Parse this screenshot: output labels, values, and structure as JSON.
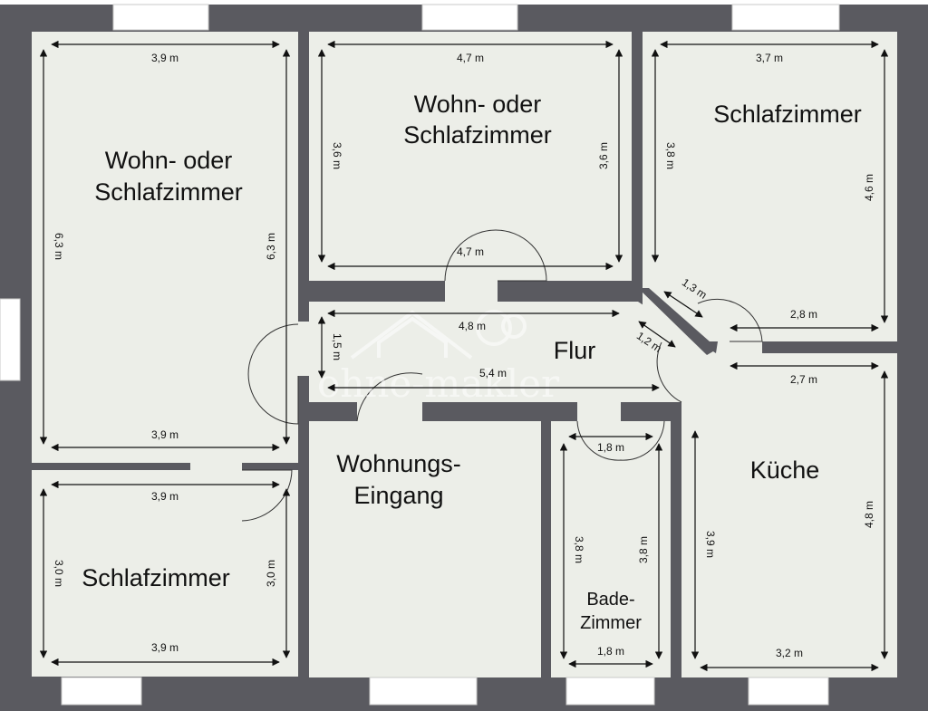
{
  "rooms": {
    "living_left": {
      "line1": "Wohn- oder",
      "line2": "Schlafzimmer"
    },
    "living_top": {
      "line1": "Wohn- oder",
      "line2": "Schlafzimmer"
    },
    "bedroom_right": {
      "label": "Schlafzimmer"
    },
    "flur": {
      "label": "Flur"
    },
    "bedroom_bottom": {
      "label": "Schlafzimmer"
    },
    "entrance": {
      "line1": "Wohnungs-",
      "line2": "Eingang"
    },
    "bath": {
      "line1": "Bade-",
      "line2": "Zimmer"
    },
    "kitchen": {
      "label": "Küche"
    }
  },
  "dimensions": {
    "living_left_width_top": "3,9 m",
    "living_left_height_left": "6,3 m",
    "living_left_height_right": "6,3 m",
    "living_left_width_bottom": "3,9 m",
    "living_top_width_top": "4,7 m",
    "living_top_height_left": "3,6 m",
    "living_top_height_right": "3,6 m",
    "living_top_width_bottom": "4,7 m",
    "bedroom_right_width_top": "3,7 m",
    "bedroom_right_height_left": "3,8 m",
    "bedroom_right_height_right": "4,6 m",
    "bedroom_right_width_bottom": "2,8 m",
    "diag_1": "1,3 m",
    "diag_2": "1,2 m",
    "flur_width_top": "4,8 m",
    "flur_height": "1,5 m",
    "flur_width_bottom": "5,4 m",
    "kitchen_width_top": "2,7 m",
    "kitchen_height_right": "4,8 m",
    "kitchen_height_left": "3,9 m",
    "kitchen_width_bottom": "3,2 m",
    "bedroom_bottom_width_top": "3,9 m",
    "bedroom_bottom_height_left": "3,0 m",
    "bedroom_bottom_height_right": "3,0 m",
    "bedroom_bottom_width_bottom": "3,9 m",
    "bath_width_top": "1,8 m",
    "bath_height_left": "3,8 m",
    "bath_height_right": "3,8 m",
    "bath_width_bottom": "1,8 m"
  },
  "watermark": {
    "text": "ohne-makler"
  },
  "colors": {
    "wall": "#5a5a60",
    "floor": "#eceee8",
    "window": "#ffffff",
    "dimension_line": "#111111"
  }
}
